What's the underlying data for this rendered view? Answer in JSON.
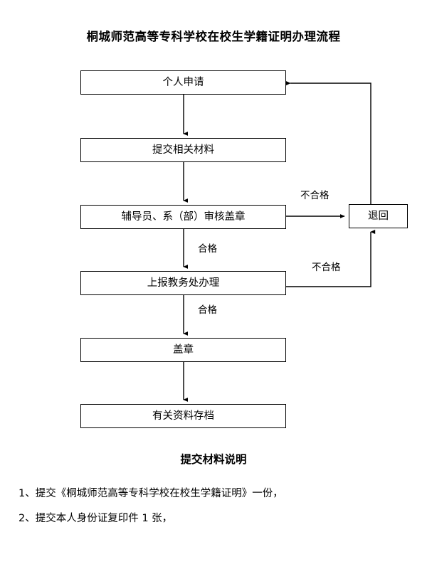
{
  "document": {
    "title": "桐城师范高等专科学校在校生学籍证明办理流程"
  },
  "flowchart": {
    "nodes": [
      {
        "id": "apply",
        "label": "个人申请"
      },
      {
        "id": "submit",
        "label": "提交相关材料"
      },
      {
        "id": "review",
        "label": "辅导员、系（部）审核盖章"
      },
      {
        "id": "registry",
        "label": "上报教务处办理"
      },
      {
        "id": "stamp",
        "label": "盖章"
      },
      {
        "id": "archive",
        "label": "有关资料存档"
      },
      {
        "id": "reject",
        "label": "退回"
      }
    ],
    "edge_labels": {
      "review_fail": "不合格",
      "review_pass": "合格",
      "registry_fail": "不合格",
      "registry_pass": "合格"
    }
  },
  "notes": {
    "heading": "提交材料说明",
    "items": [
      "1、提交《桐城师范高等专科学校在校生学籍证明》一份，",
      "2、提交本人身份证复印件 1 张，"
    ]
  },
  "colors": {
    "ink": "#000000",
    "paper": "#ffffff"
  }
}
